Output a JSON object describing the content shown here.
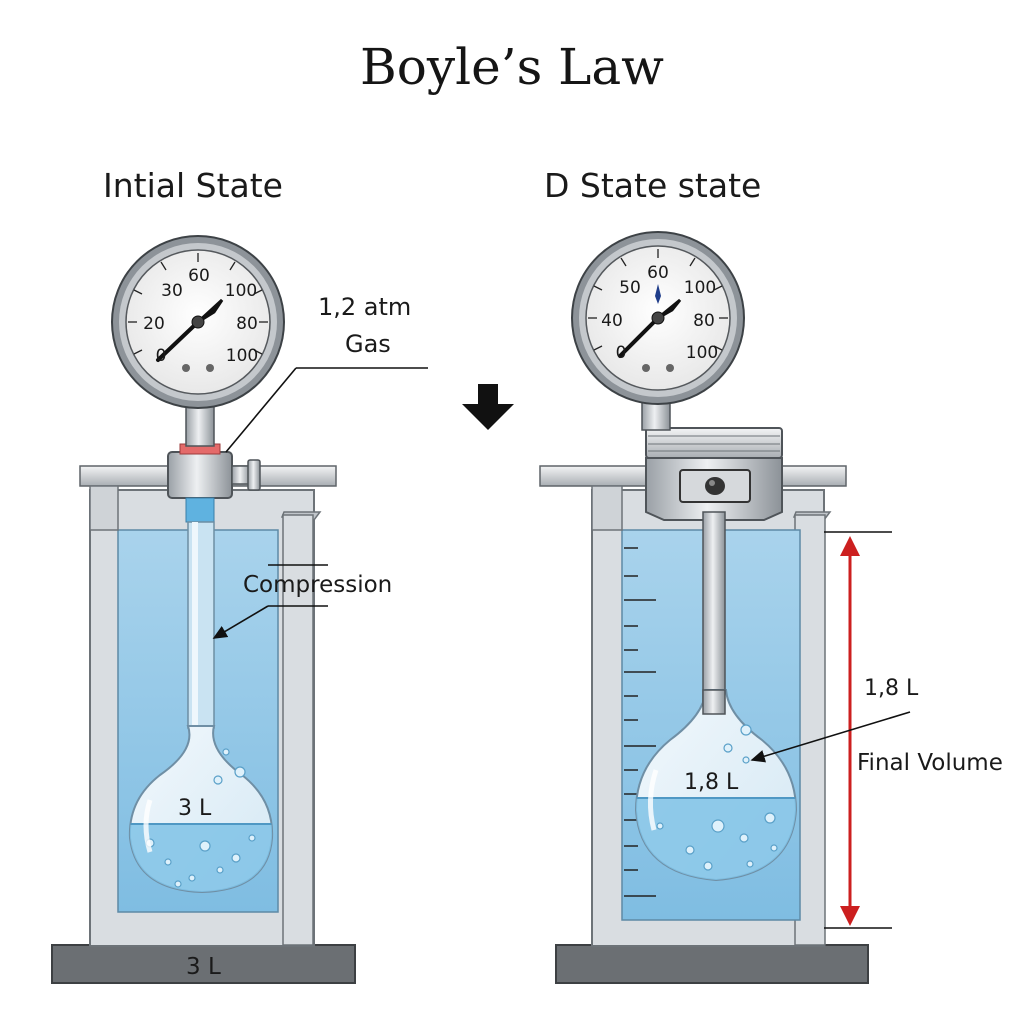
{
  "title": "Boyle’s Law",
  "left": {
    "heading": "Intial State",
    "gauge_ticks": [
      "30",
      "60",
      "100",
      "20",
      "80",
      "0",
      "100"
    ],
    "pressure_label": "1,2 atm",
    "gas_label": "Gas",
    "compression_label": "Compression",
    "bulb_volume": "3 L",
    "base_volume": "3 L"
  },
  "right": {
    "heading": "D State state",
    "gauge_ticks": [
      "50",
      "60",
      "100",
      "40",
      "80",
      "0",
      "100"
    ],
    "volume_label": "1,8 L",
    "bulb_volume": "1,8 L",
    "final_label": "Final Volume"
  },
  "colors": {
    "water": "#a7cfe8",
    "water_deep": "#86bfe0",
    "frame": "#c9ced4",
    "arrow_red": "#cc1f1f"
  }
}
